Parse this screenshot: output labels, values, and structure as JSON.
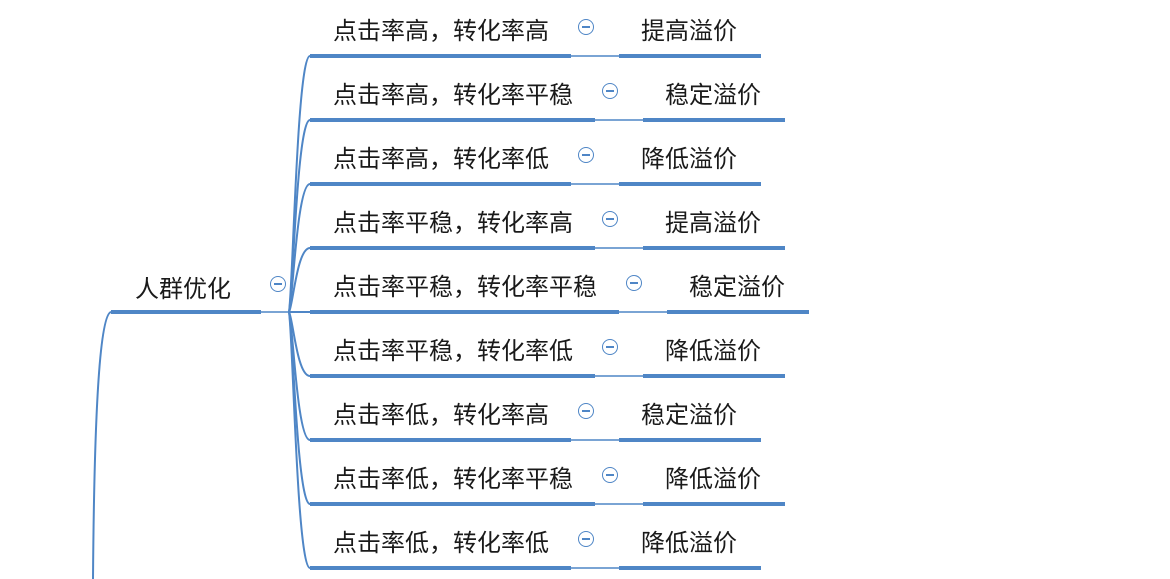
{
  "theme": {
    "line_color": "#4f86c6",
    "text_color": "#1a1a1a",
    "background": "#ffffff"
  },
  "icons": {
    "collapse": "minus-circle-icon"
  },
  "root": {
    "label": "人群优化"
  },
  "branches": [
    {
      "condition": "点击率高，转化率高",
      "action": "提高溢价"
    },
    {
      "condition": "点击率高，转化率平稳",
      "action": "稳定溢价"
    },
    {
      "condition": "点击率高，转化率低",
      "action": "降低溢价"
    },
    {
      "condition": "点击率平稳，转化率高",
      "action": "提高溢价"
    },
    {
      "condition": "点击率平稳，转化率平稳",
      "action": "稳定溢价"
    },
    {
      "condition": "点击率平稳，转化率低",
      "action": "降低溢价"
    },
    {
      "condition": "点击率低，转化率高",
      "action": "稳定溢价"
    },
    {
      "condition": "点击率低，转化率平稳",
      "action": "降低溢价"
    },
    {
      "condition": "点击率低，转化率低",
      "action": "降低溢价"
    }
  ]
}
